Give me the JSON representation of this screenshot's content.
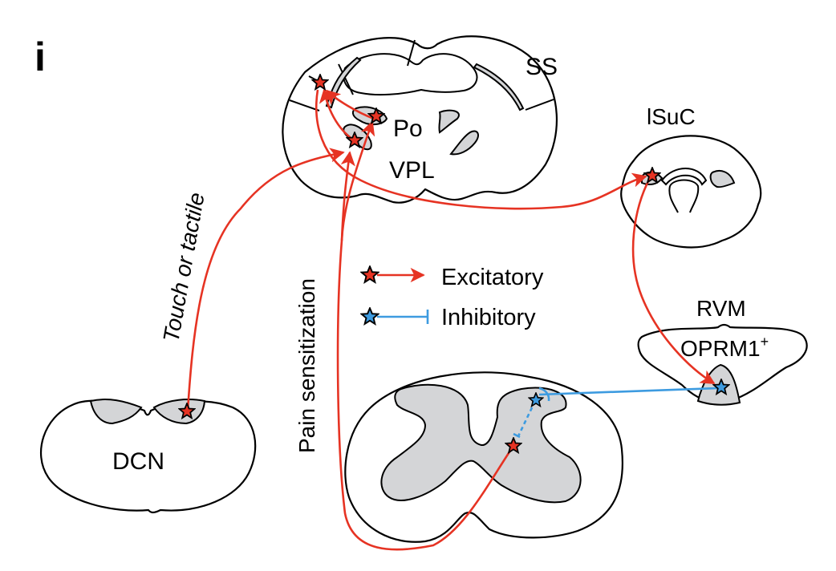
{
  "panel_label": "i",
  "regions": {
    "brain": {
      "label": "SS"
    },
    "po": {
      "label": "Po"
    },
    "vpl": {
      "label": "VPL"
    },
    "isuc": {
      "label": "lSuC"
    },
    "rvm": {
      "label": "RVM",
      "sublabel": "OPRM1",
      "superscript": "+"
    },
    "dcn": {
      "label": "DCN"
    }
  },
  "pathway_labels": {
    "touch": "Touch or tactile",
    "pain": "Pain sensitization"
  },
  "legend": {
    "excitatory": "Excitatory",
    "inhibitory": "Inhibitory"
  },
  "colors": {
    "excitatory": "#e63323",
    "inhibitory": "#3d9be0",
    "gray_matter": "#d4d5d7"
  }
}
